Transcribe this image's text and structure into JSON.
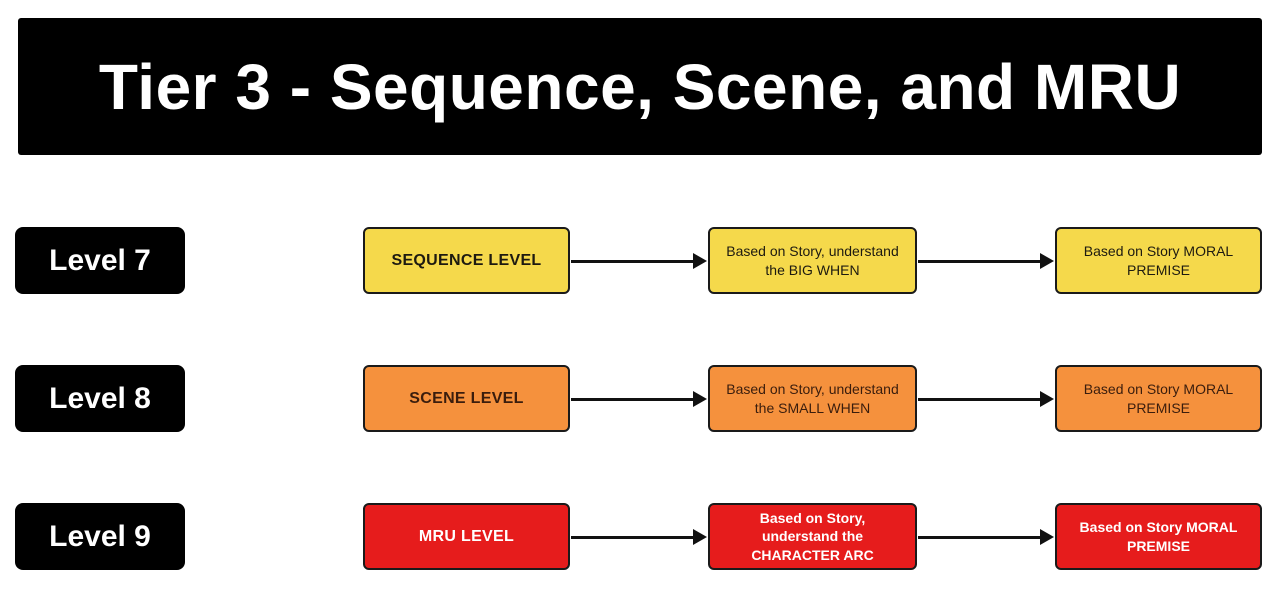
{
  "title_banner": {
    "text": "Tier 3 - Sequence, Scene, and MRU",
    "bg_color": "#000000",
    "text_color": "#ffffff"
  },
  "arrow_color": "#111111",
  "rows": [
    {
      "level_label": "Level 7",
      "level_name": "SEQUENCE LEVEL",
      "step_when": "Based on Story, understand the BIG WHEN",
      "step_moral": "Based on Story MORAL PREMISE",
      "box_bg": "#F5D94B",
      "box_text": "#1d1a10",
      "level_bg": "#000000",
      "level_text": "#ffffff"
    },
    {
      "level_label": "Level 8",
      "level_name": "SCENE LEVEL",
      "step_when": "Based on Story, understand the SMALL WHEN",
      "step_moral": "Based on Story MORAL PREMISE",
      "box_bg": "#F5913D",
      "box_text": "#3a1d0d",
      "level_bg": "#000000",
      "level_text": "#ffffff"
    },
    {
      "level_label": "Level 9",
      "level_name": "MRU LEVEL",
      "step_when": "Based on Story, understand the CHARACTER ARC",
      "step_moral": "Based on Story MORAL PREMISE",
      "box_bg": "#E61C1C",
      "box_text": "#ffffff",
      "level_bg": "#000000",
      "level_text": "#ffffff"
    }
  ]
}
